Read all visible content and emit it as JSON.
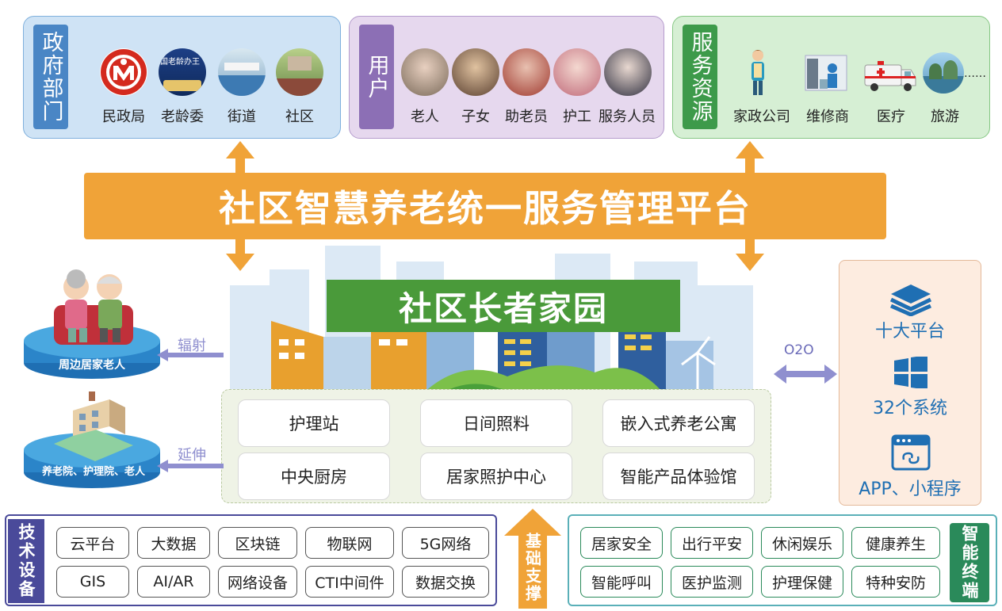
{
  "government": {
    "title": "政府部门",
    "items": [
      {
        "label": "民政局",
        "icon": "civil-affairs-logo"
      },
      {
        "label": "老龄委",
        "icon": "aging-committee-photo"
      },
      {
        "label": "街道",
        "icon": "street-office-photo"
      },
      {
        "label": "社区",
        "icon": "community-photo"
      }
    ],
    "logo_text": "国老龄办王"
  },
  "users": {
    "title": "用户",
    "items": [
      {
        "label": "老人"
      },
      {
        "label": "子女"
      },
      {
        "label": "助老员"
      },
      {
        "label": "护工"
      },
      {
        "label": "服务人员"
      }
    ]
  },
  "resources": {
    "title": "服务资源",
    "items": [
      {
        "label": "家政公司"
      },
      {
        "label": "维修商"
      },
      {
        "label": "医疗"
      },
      {
        "label": "旅游"
      }
    ],
    "ellipsis": "……"
  },
  "platform_banner": "社区智慧养老统一服务管理平台",
  "center": {
    "title": "社区长者家园",
    "facilities": [
      [
        "护理站",
        "日间照料",
        "嵌入式养老公寓"
      ],
      [
        "中央厨房",
        "居家照护中心",
        "智能产品体验馆"
      ]
    ]
  },
  "left": {
    "top_label": "周边居家老人",
    "top_arrow": "辐射",
    "bottom_label": "养老院、护理院、老人",
    "bottom_arrow": "延伸"
  },
  "right": {
    "o2o": "O2O",
    "items": [
      {
        "label": "十大平台",
        "icon": "layers-icon"
      },
      {
        "label": "32个系统",
        "icon": "windows-icon"
      },
      {
        "label": "APP、小程序",
        "icon": "app-window-icon"
      }
    ]
  },
  "tech": {
    "title": "技术设备",
    "rows": [
      [
        "云平台",
        "大数据",
        "区块链",
        "物联网",
        "5G网络"
      ],
      [
        "GIS",
        "AI/AR",
        "网络设备",
        "CTI中间件",
        "数据交换"
      ]
    ]
  },
  "support": "基础支撑",
  "terminal": {
    "title": "智能终端",
    "rows": [
      [
        "居家安全",
        "出行平安",
        "休闲娱乐",
        "健康养生"
      ],
      [
        "智能呼叫",
        "医护监测",
        "护理保健",
        "特种安防"
      ]
    ]
  },
  "colors": {
    "orange": "#f0a338",
    "green": "#4a9a3a",
    "gov_blue": "#4a86c5",
    "user_purple": "#8c6fb5",
    "res_green": "#3d9a4a",
    "arrow_purple": "#8f8fcf"
  }
}
